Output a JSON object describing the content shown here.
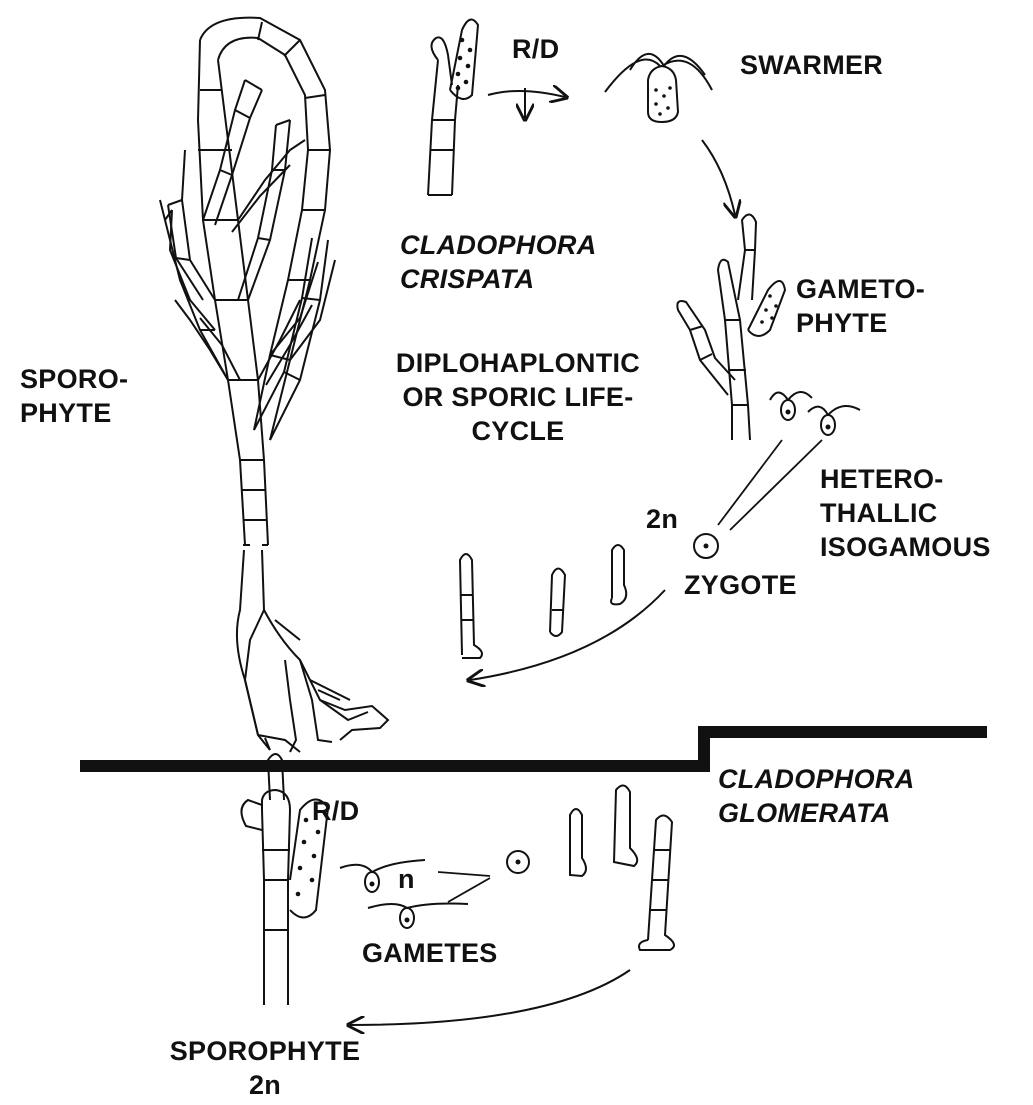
{
  "species": {
    "top": {
      "name_line1": "CLADOPHORA",
      "name_line2": "CRISPATA"
    },
    "bottom": {
      "name_line1": "CLADOPHORA",
      "name_line2": "GLOMERATA"
    }
  },
  "top_cycle": {
    "sporophyte_line1": "SPORO-",
    "sporophyte_line2": "PHYTE",
    "meiosis": "R/D",
    "swarmer": "SWARMER",
    "gametophyte_line1": "GAMETO-",
    "gametophyte_line2": "PHYTE",
    "cycle_line1": "DIPLOHAPLONTIC",
    "cycle_line2": "OR SPORIC LIFE-",
    "cycle_line3": "CYCLE",
    "hetero_line1": "HETERO-",
    "hetero_line2": "THALLIC",
    "hetero_line3": "ISOGAMOUS",
    "ploidy": "2n",
    "zygote": "ZYGOTE"
  },
  "bottom_cycle": {
    "meiosis": "R/D",
    "ploidy_haploid": "n",
    "gametes": "GAMETES",
    "sporophyte": "SPOROPHYTE",
    "ploidy_diploid": "2n"
  },
  "colors": {
    "ink": "#111111",
    "background": "#ffffff"
  }
}
